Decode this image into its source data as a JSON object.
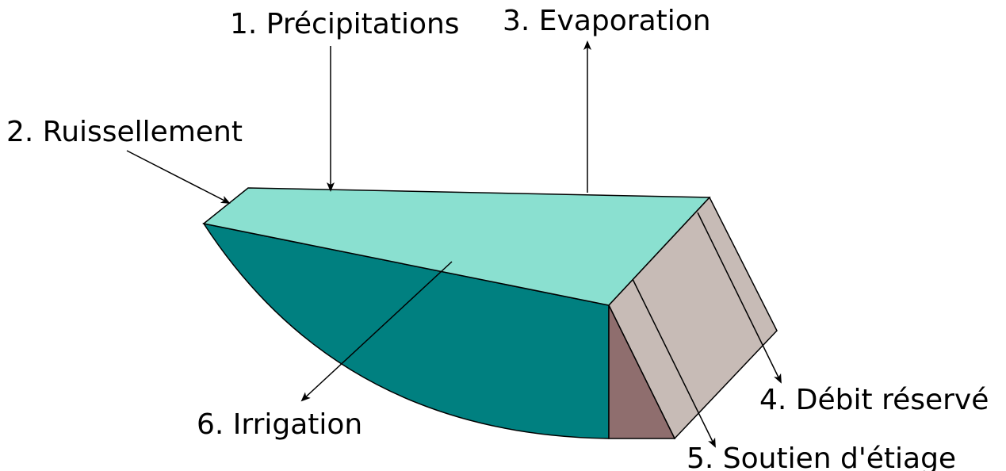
{
  "labels": {
    "precipitation": "1. Précipitations",
    "runoff": "2. Ruissellement",
    "evaporation": "3. Evaporation",
    "reserved_flow": "4. Débit réservé",
    "low_water_support": "5. Soutien d'étiage",
    "irrigation": "6. Irrigation"
  },
  "colors": {
    "water_top": "#8ae0d0",
    "water_side": "#008080",
    "dam_face": "#c7bbb6",
    "dam_side": "#8f6e6e",
    "stroke": "#000000"
  }
}
